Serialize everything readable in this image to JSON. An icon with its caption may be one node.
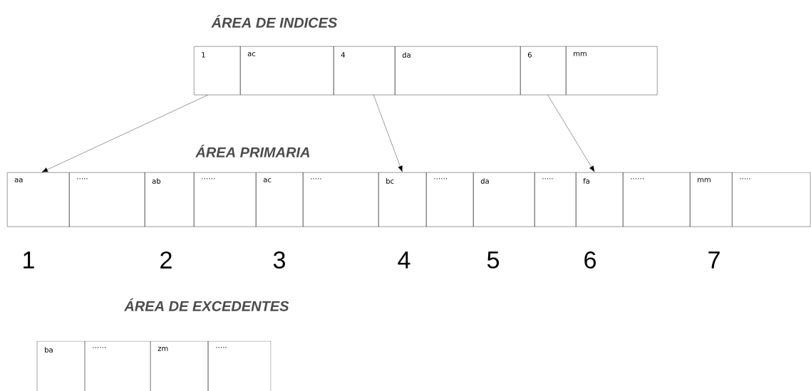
{
  "diagram": {
    "nodes": [
      {
        "text": [
          "1"
        ]
      },
      {
        "text": [
          "ac"
        ]
      },
      {
        "text": [
          "4"
        ]
      },
      {
        "text": [
          "da"
        ]
      },
      {
        "text": [
          "6"
        ]
      },
      {
        "text": [
          "mm"
        ]
      },
      {
        "text": [
          "aa"
        ]
      },
      {
        "text": [
          "….."
        ]
      },
      {
        "text": [
          "ab"
        ]
      },
      {
        "text": [
          "……"
        ]
      },
      {
        "text": [
          "ac"
        ]
      },
      {
        "text": [
          "….."
        ]
      },
      {
        "text": [
          "bc"
        ]
      },
      {
        "text": [
          "……"
        ]
      },
      {
        "text": [
          "da"
        ]
      },
      {
        "text": [
          "….."
        ]
      },
      {
        "text": [
          "fa"
        ]
      },
      {
        "text": [
          "……"
        ]
      },
      {
        "text": [
          "mm"
        ]
      },
      {
        "text": [
          "….."
        ]
      },
      {
        "text": [
          "ba"
        ]
      },
      {
        "text": [
          "……"
        ]
      },
      {
        "text": [
          "zm"
        ]
      },
      {
        "text": [
          "….."
        ]
      }
    ],
    "edges": [
      {
        "from": 0,
        "to": 6,
        "arrow": "to"
      },
      {
        "from": 2,
        "to": 12,
        "arrow": "to"
      },
      {
        "from": 4,
        "to": 16,
        "arrow": "to"
      }
    ],
    "labels": [
      "ÁREA DE INDICES",
      "ÁREA PRIMARIA",
      "1",
      "2",
      "3",
      "4",
      "5",
      "6",
      "7",
      "ÁREA DE EXCEDENTES"
    ]
  }
}
